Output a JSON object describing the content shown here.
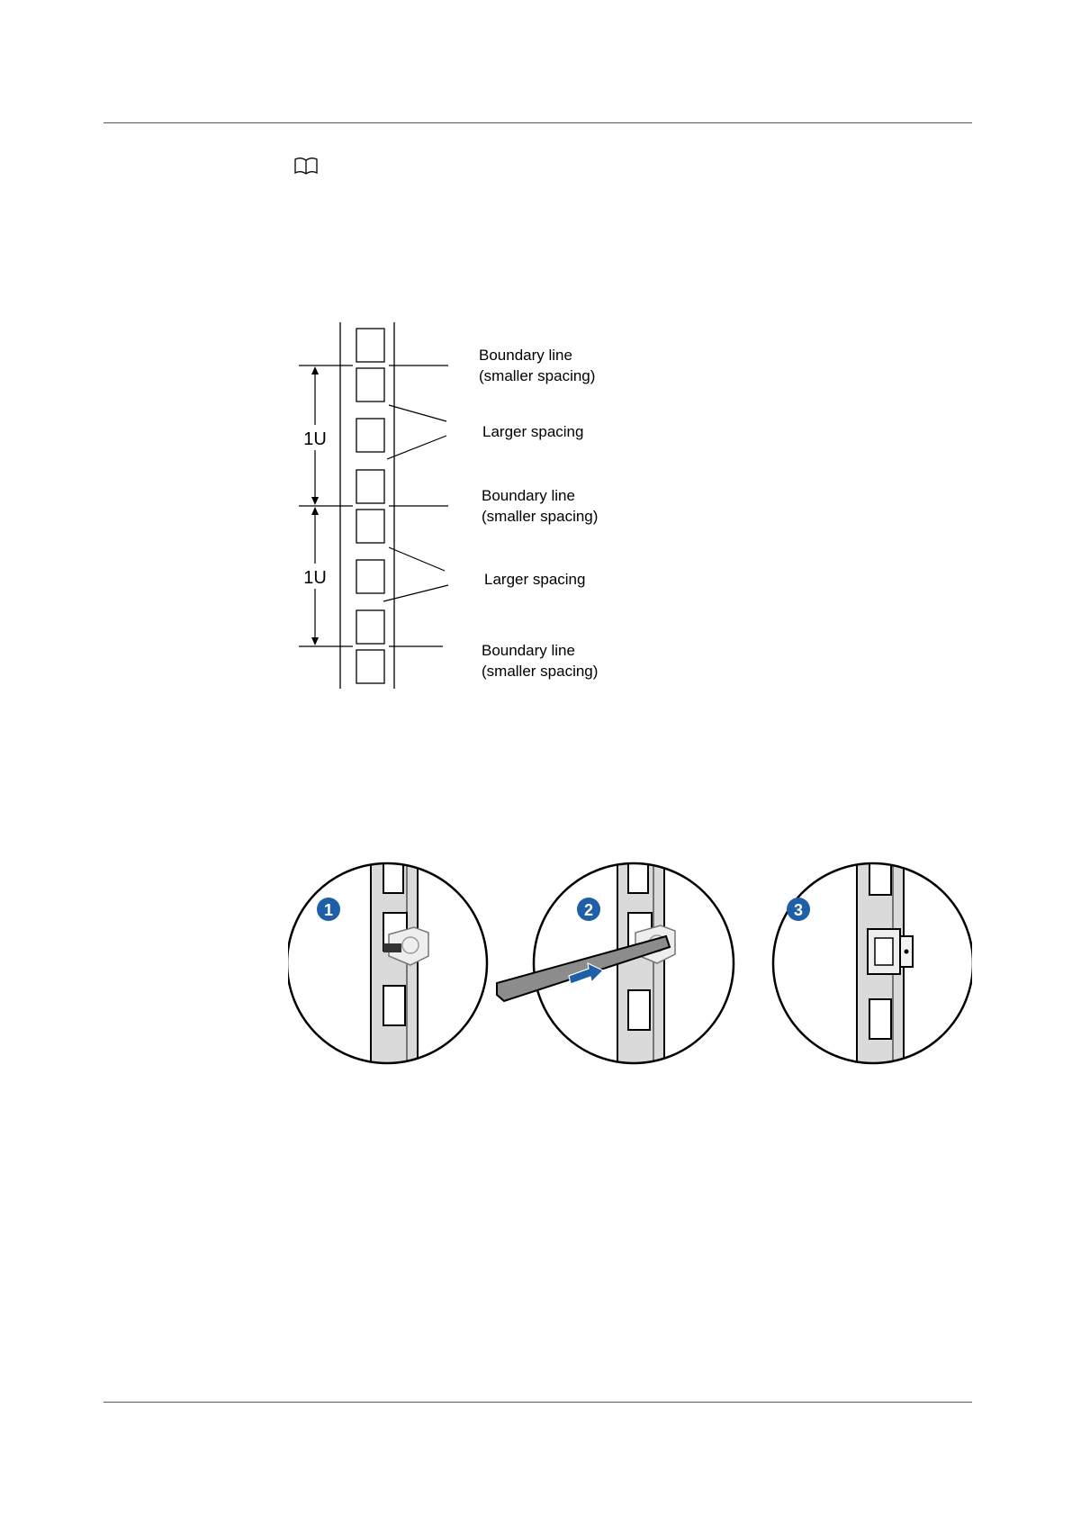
{
  "icons": {
    "note": "book-icon"
  },
  "rack_diagram": {
    "unit_labels": [
      "1U",
      "1U"
    ],
    "callouts": [
      {
        "line1": "Boundary line",
        "line2": "(smaller spacing)"
      },
      {
        "line1": "Larger spacing",
        "line2": ""
      },
      {
        "line1": "Boundary line",
        "line2": "(smaller spacing)"
      },
      {
        "line1": "Larger spacing",
        "line2": ""
      },
      {
        "line1": "Boundary line",
        "line2": "(smaller spacing)"
      }
    ]
  },
  "procedure_figure": {
    "step_labels": [
      "1",
      "2",
      "3"
    ],
    "accent_color": "#1f5fa8"
  }
}
